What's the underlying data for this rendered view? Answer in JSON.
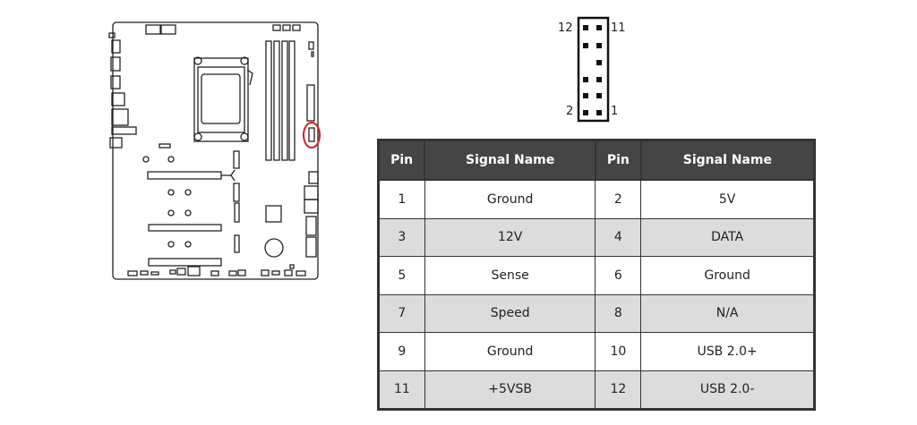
{
  "header_diagram": {
    "top_left_label": "12",
    "top_right_label": "11",
    "bottom_left_label": "2",
    "bottom_right_label": "1"
  },
  "table": {
    "headers": [
      "Pin",
      "Signal Name",
      "Pin",
      "Signal Name"
    ],
    "rows": [
      [
        "1",
        "Ground",
        "2",
        "5V"
      ],
      [
        "3",
        "12V",
        "4",
        "DATA"
      ],
      [
        "5",
        "Sense",
        "6",
        "Ground"
      ],
      [
        "7",
        "Speed",
        "8",
        "N/A"
      ],
      [
        "9",
        "Ground",
        "10",
        "USB 2.0+"
      ],
      [
        "11",
        "+5VSB",
        "12",
        "USB 2.0-"
      ]
    ]
  },
  "colors": {
    "highlight": "#d0202a",
    "header_bg": "#454545",
    "alt_row": "#dcdcdc"
  }
}
